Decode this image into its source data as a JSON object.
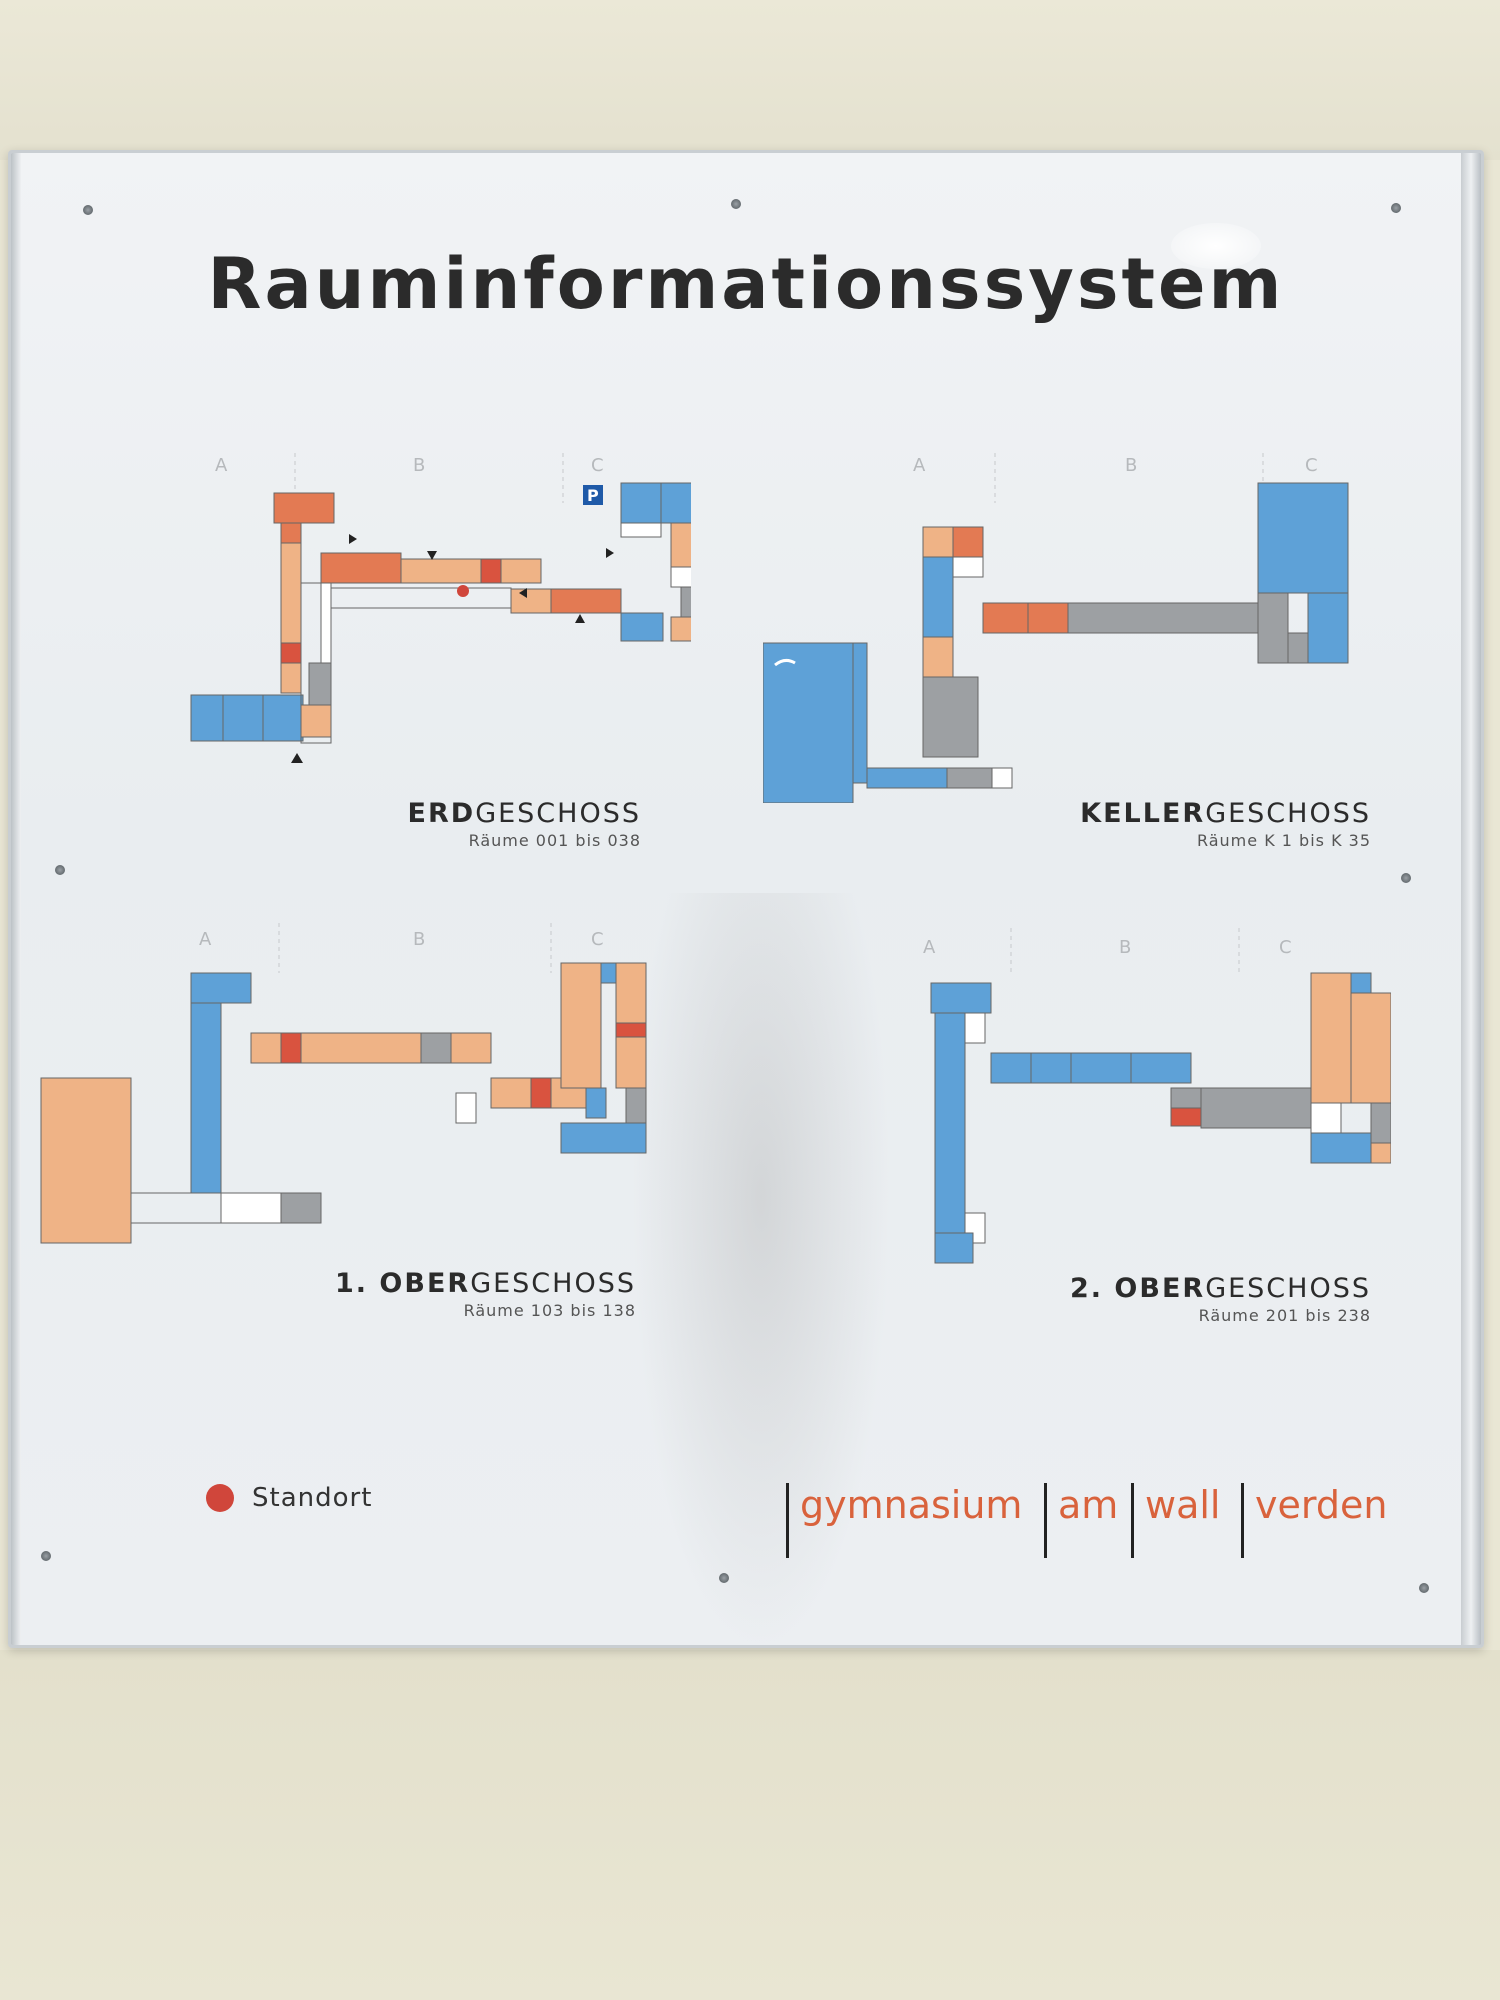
{
  "title": {
    "light_start": "Raum",
    "bold": "informations",
    "light_end": "system"
  },
  "colors": {
    "blue": "#5ea1d7",
    "orange": "#e37a53",
    "red": "#d9533f",
    "peach": "#efb386",
    "gray": "#9da0a3",
    "standort": "#d0463b",
    "brand": "#d9623c"
  },
  "floors": {
    "erd": {
      "bold": "ERD",
      "light": "GESCHOSS",
      "rooms": "Räume 001 bis 038",
      "columns": [
        "A",
        "B",
        "C"
      ]
    },
    "keller": {
      "bold": "KELLER",
      "light": "GESCHOSS",
      "rooms": "Räume K 1 bis K 35",
      "columns": [
        "A",
        "B",
        "C"
      ]
    },
    "og1": {
      "bold": "1. OBER",
      "light": "GESCHOSS",
      "rooms": "Räume 103 bis 138",
      "columns": [
        "A",
        "B",
        "C"
      ]
    },
    "og2": {
      "bold": "2. OBER",
      "light": "GESCHOSS",
      "rooms": "Räume 201 bis 238",
      "columns": [
        "A",
        "B",
        "C"
      ]
    }
  },
  "parking_sign": "P",
  "legend": {
    "label": "Standort"
  },
  "brand": {
    "words": [
      "gymnasium",
      "am",
      "wall",
      "verden"
    ]
  }
}
